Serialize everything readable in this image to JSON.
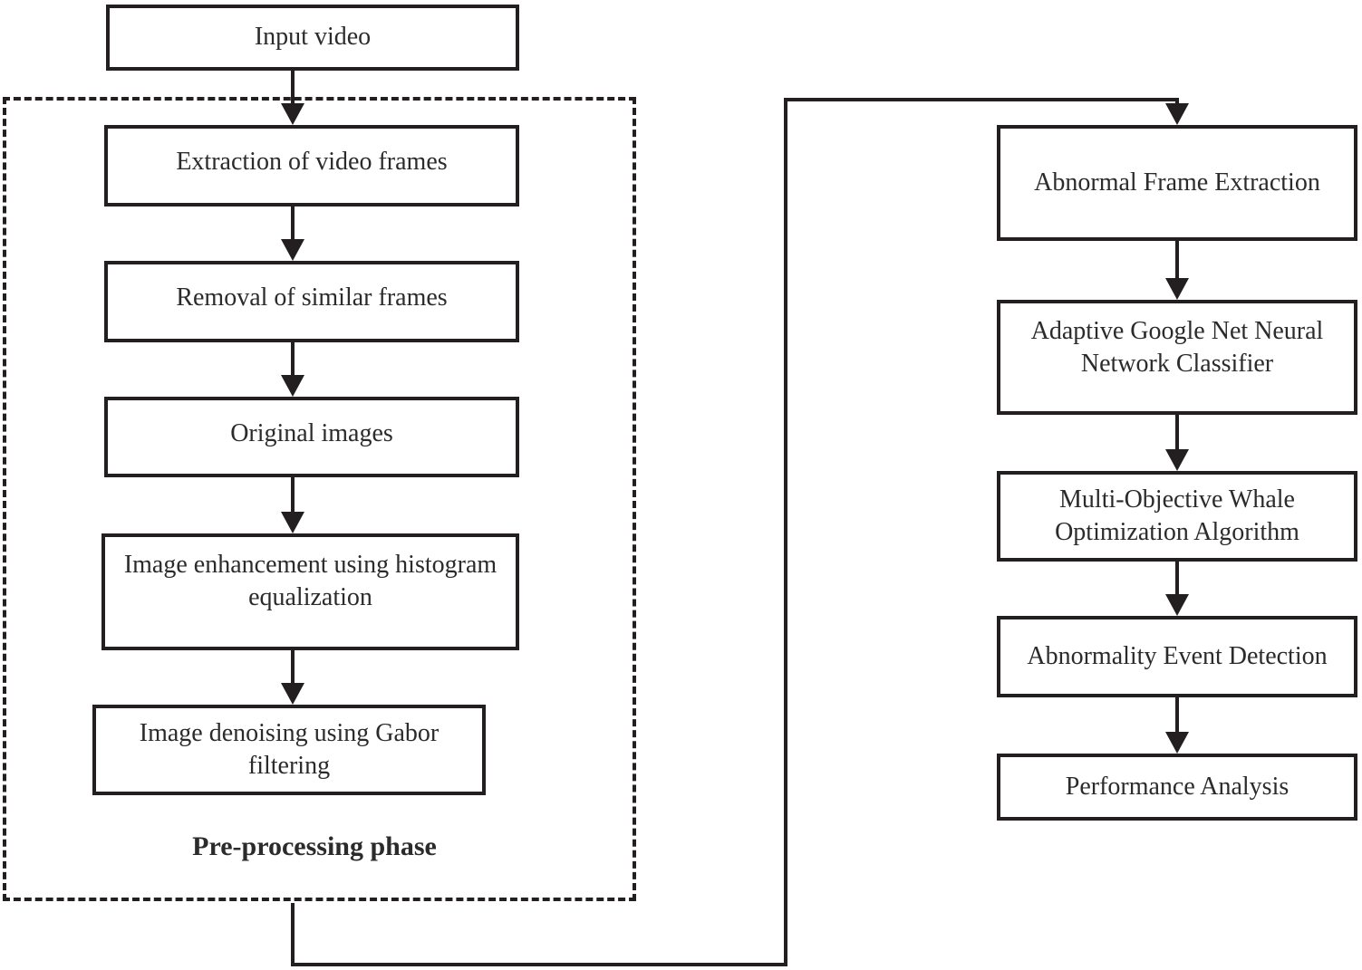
{
  "flowchart": {
    "input": {
      "label": "Input video"
    },
    "preprocessing": {
      "label": "Pre-processing phase",
      "steps": [
        {
          "label": "Extraction of video frames"
        },
        {
          "label": "Removal of similar frames"
        },
        {
          "label": "Original images"
        },
        {
          "label": "Image enhancement using histogram equalization"
        },
        {
          "label": "Image denoising using Gabor filtering"
        }
      ]
    },
    "detection": {
      "steps": [
        {
          "label": "Abnormal Frame Extraction"
        },
        {
          "label": "Adaptive Google Net Neural Network Classifier"
        },
        {
          "label": "Multi-Objective Whale Optimization Algorithm"
        },
        {
          "label": "Abnormality Event Detection"
        },
        {
          "label": "Performance Analysis"
        }
      ]
    },
    "colors": {
      "line": "#231f20",
      "background": "#ffffff",
      "text": "#2b2b2b"
    }
  }
}
